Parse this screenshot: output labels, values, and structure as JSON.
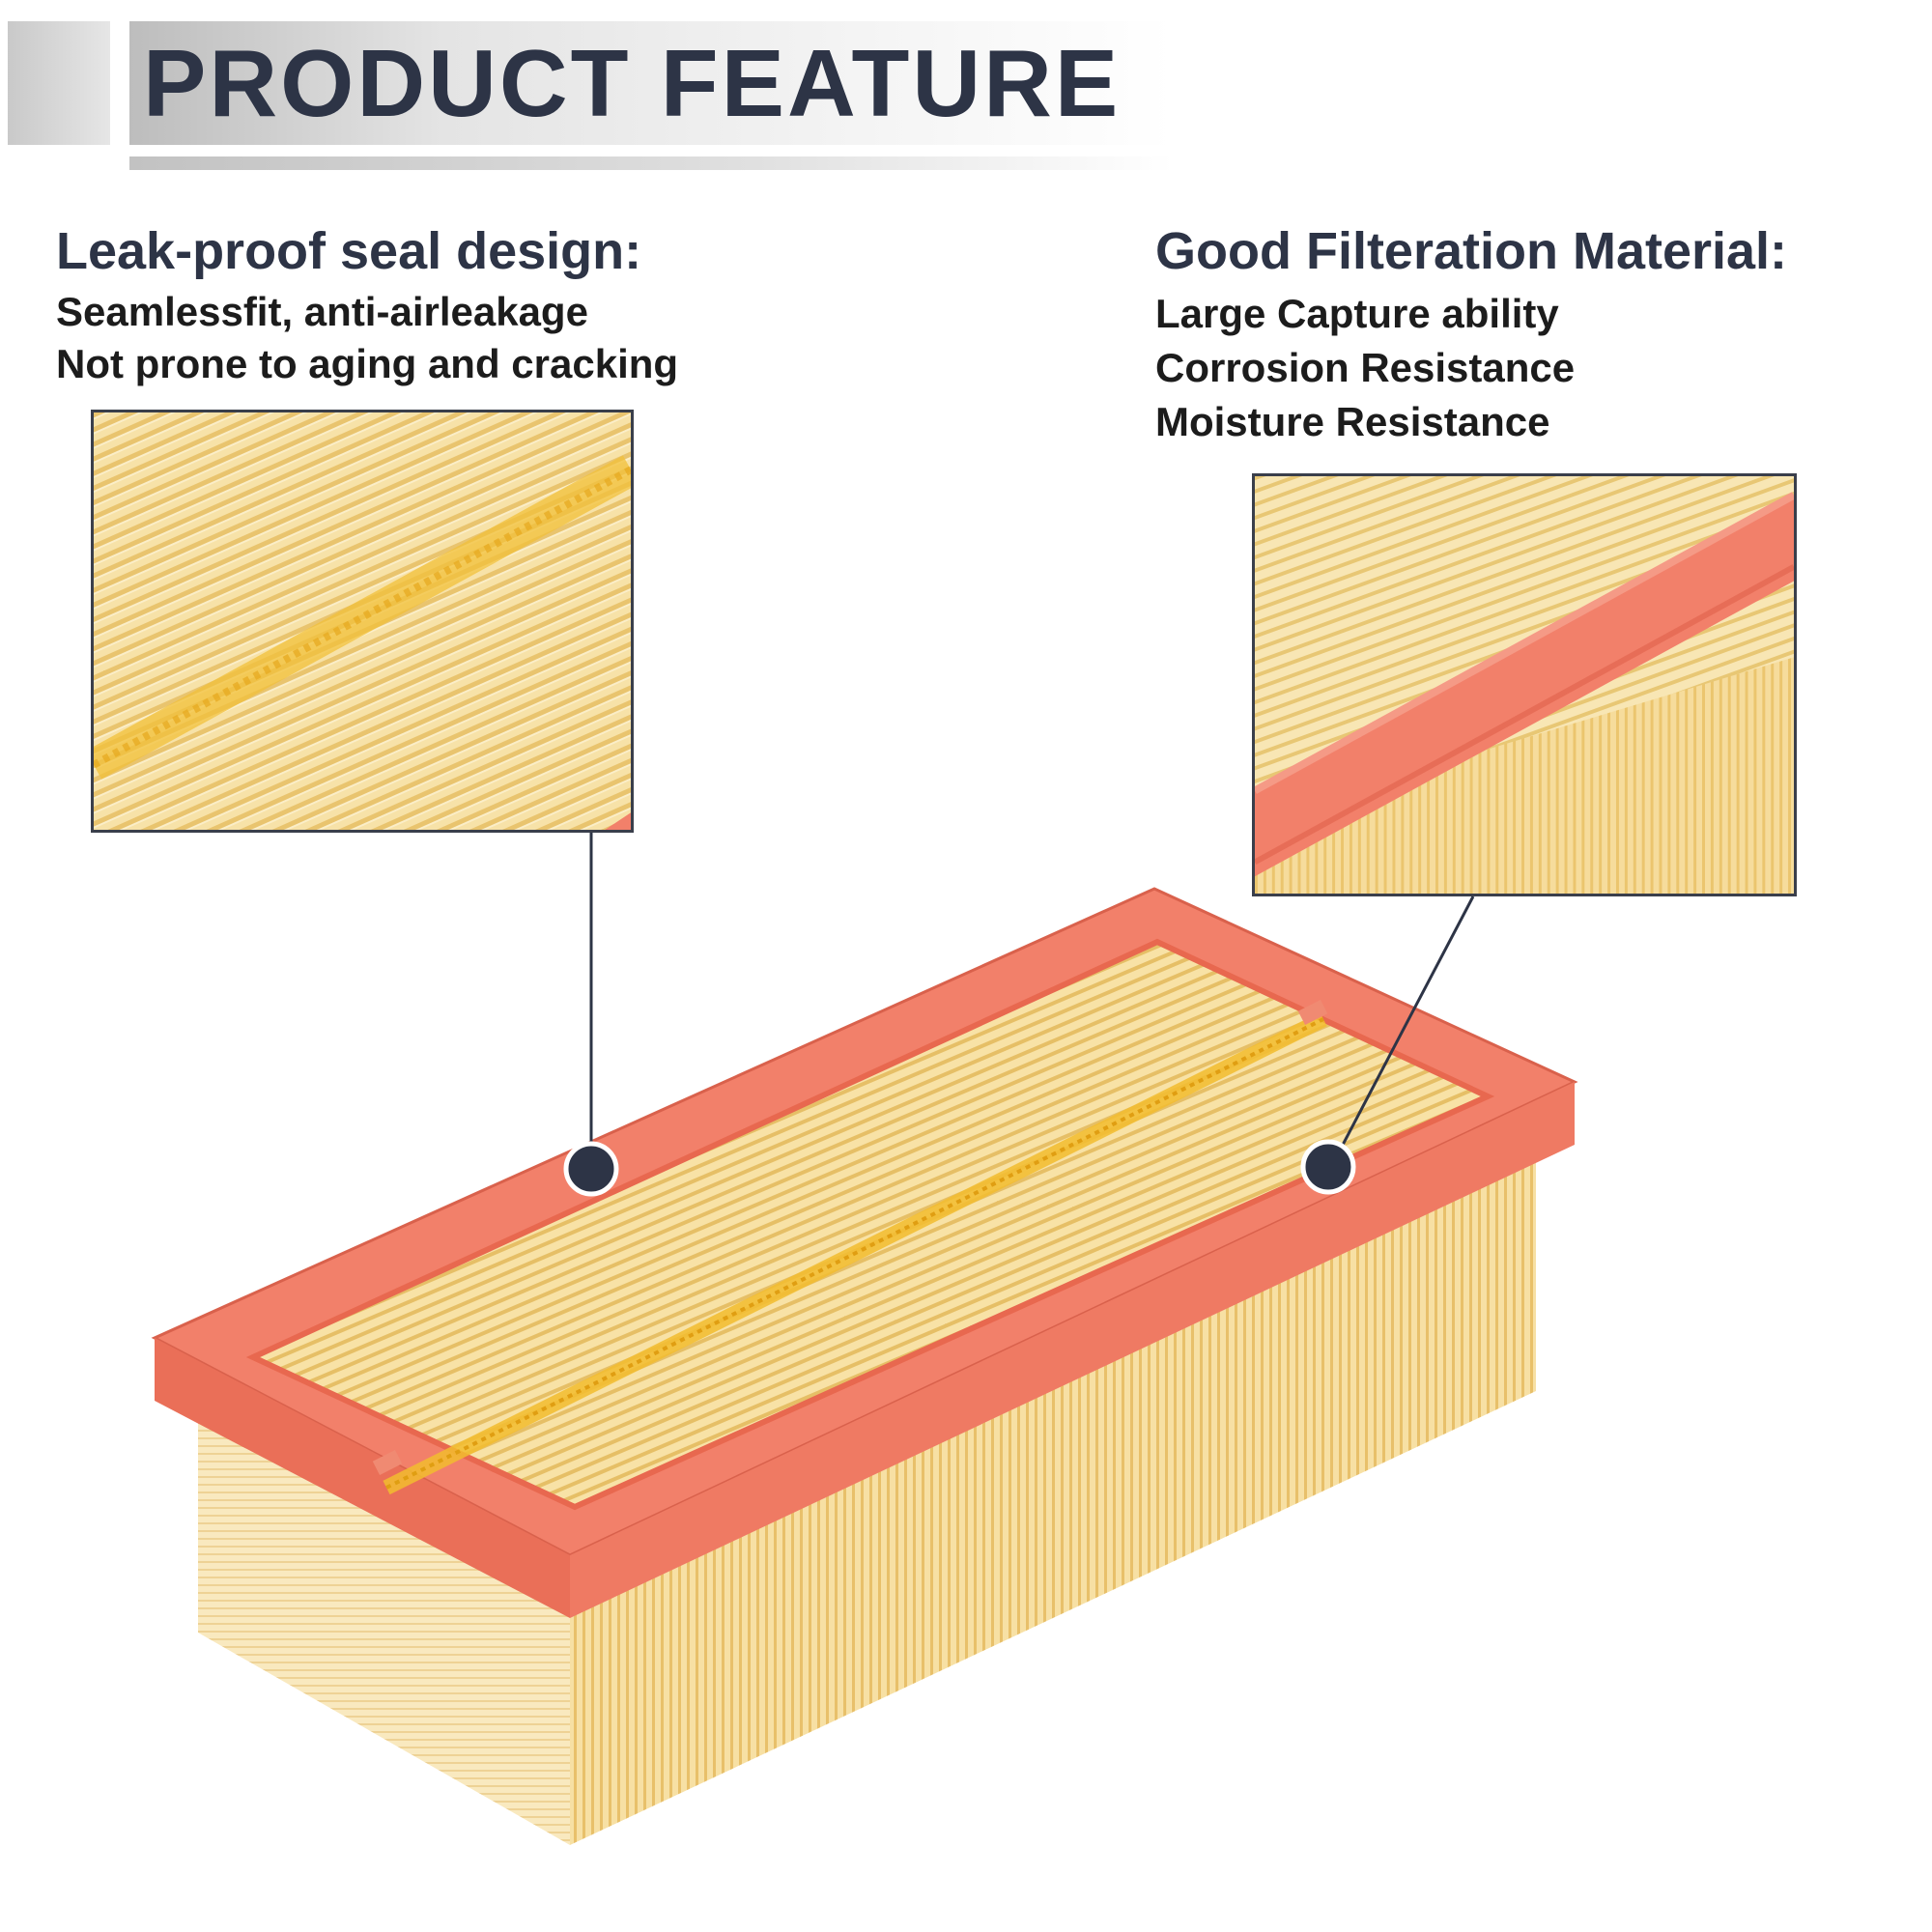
{
  "header": {
    "title": "PRODUCT FEATURE"
  },
  "features": [
    {
      "heading": "Leak-proof seal design:",
      "lines": [
        "Seamlessfit, anti-airleakage",
        "Not prone to aging and cracking"
      ]
    },
    {
      "heading": "Good Filteration Material:",
      "lines": [
        "Large Capture ability",
        "Corrosion Resistance",
        "Moisture Resistance"
      ]
    }
  ],
  "colors": {
    "heading_text": "#2d3446",
    "frame_orange": "#f2806a",
    "filter_yellow": "#f6dc9c",
    "pointer_dot": "#2d3446"
  }
}
